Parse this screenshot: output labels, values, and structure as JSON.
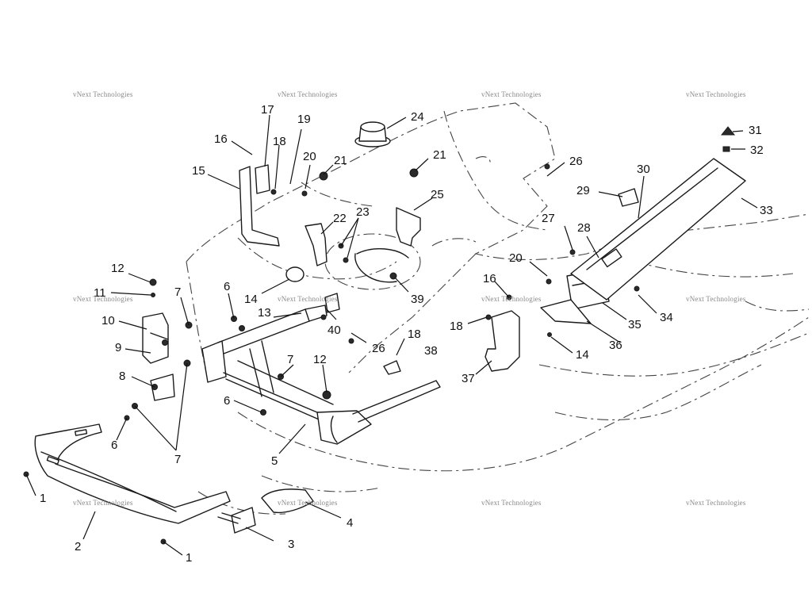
{
  "watermark": "vNext Technologies",
  "callouts": [
    "1",
    "1",
    "2",
    "3",
    "4",
    "5",
    "6",
    "6",
    "6",
    "7",
    "7",
    "7",
    "8",
    "9",
    "10",
    "11",
    "12",
    "12",
    "13",
    "14",
    "14",
    "15",
    "16",
    "16",
    "17",
    "18",
    "18",
    "18",
    "19",
    "20",
    "20",
    "21",
    "21",
    "22",
    "23",
    "24",
    "25",
    "26",
    "26",
    "27",
    "28",
    "29",
    "30",
    "31",
    "32",
    "33",
    "34",
    "35",
    "36",
    "37",
    "38",
    "39",
    "40"
  ],
  "colors": {
    "ink": "#1a1a1a",
    "paper": "#ffffff",
    "watermark": "#888888"
  }
}
